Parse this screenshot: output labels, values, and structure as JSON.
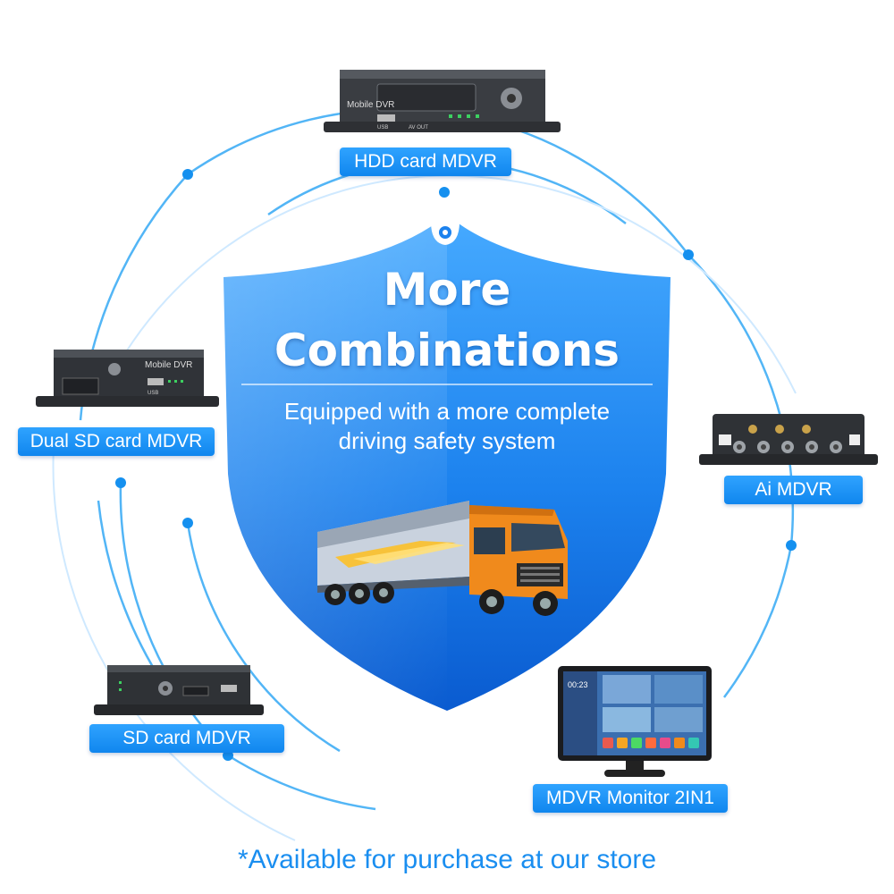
{
  "headline": {
    "line1": "More",
    "line2": "Combinations",
    "sub_line1": "Equipped with a more complete",
    "sub_line2": "driving safety system"
  },
  "products": [
    {
      "label": "HDD card MDVR",
      "device_text": "Mobile DVR",
      "port_usb": "USB",
      "port_av": "AV OUT"
    },
    {
      "label": "Dual SD card MDVR",
      "device_text": "Mobile DVR",
      "port_usb": "USB"
    },
    {
      "label": "Ai MDVR"
    },
    {
      "label": "SD card MDVR"
    },
    {
      "label": "MDVR Monitor 2IN1",
      "screen_time": "00:23"
    }
  ],
  "footer": "*Available for purchase at our store",
  "colors": {
    "accent": "#1a8ef0",
    "label_bg": "#1c8ff2",
    "shield_top": "#3aa0ff",
    "shield_bottom": "#0a5fd6",
    "truck_cab": "#f08a1c"
  },
  "icons": [
    "camera-icon"
  ]
}
